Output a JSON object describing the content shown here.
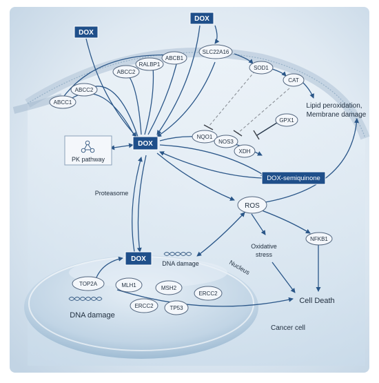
{
  "dox_labels": [
    "DOX",
    "DOX",
    "DOX",
    "DOX"
  ],
  "genes": {
    "abcb1": "ABCB1",
    "ralbp1": "RALBP1",
    "abcc2": "ABCC2",
    "abcc1": "ABCC1",
    "slc22a16": "SLC22A16",
    "sod1": "SOD1",
    "cat": "CAT",
    "gpx1": "GPX1",
    "nqo1": "NQO1",
    "nos3": "NOS3",
    "xdh": "XDH",
    "nfkb1": "NFKB1",
    "top2a": "TOP2A",
    "mlh1": "MLH1",
    "msh2": "MSH2",
    "ercc2_a": "ERCC2",
    "ercc2_b": "ERCC2",
    "tp53": "TP53"
  },
  "labels": {
    "lipid_line1": "Lipid peroxidation,",
    "lipid_line2": "Membrane damage",
    "pk_pathway": "PK pathway",
    "dox_semiquinone": "DOX-semiquinone",
    "ros": "ROS",
    "proteasome": "Proteasome",
    "dna_damage_cyto": "DNA damage",
    "dna_damage_nucleus": "DNA damage",
    "nucleus": "Nucleus",
    "oxidative_line1": "Oxidative",
    "oxidative_line2": "stress",
    "cell_death": "Cell Death",
    "cancer_cell": "Cancer cell"
  },
  "colors": {
    "dox_box": "#1f4f8a",
    "arrow": "#2a5688",
    "node_fill": "#f4f7fb",
    "node_stroke": "#52657e",
    "inhibit": "#8a8f96"
  }
}
